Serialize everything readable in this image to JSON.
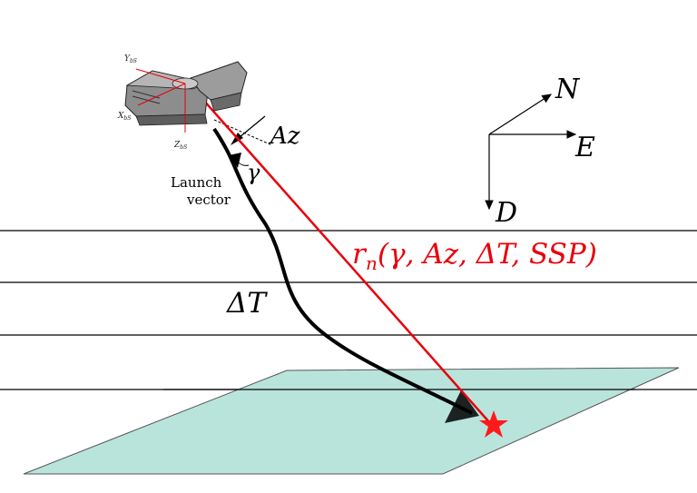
{
  "labels": {
    "axis_n": "N",
    "axis_e": "E",
    "axis_d": "D",
    "azimuth": "Az",
    "gamma": "γ",
    "launch_line1": "Launch",
    "launch_line2": "vector",
    "delta_t": "ΔT",
    "range_vector": "r",
    "range_vector_sub": "n",
    "range_vector_args": "(γ, Az, ΔT, SSP)",
    "body_y": "Y",
    "body_x": "X",
    "body_z": "Z",
    "body_sub": "bS"
  },
  "colors": {
    "range_vector": "#e8000b",
    "trajectory": "#000000",
    "seafloor_fill": "#b9e4dc",
    "seafloor_stroke": "#555555",
    "layer_lines": "#000000",
    "target_star": "#ff1a1a",
    "device_body": "#8a8a8a"
  },
  "icons": {
    "device": "sonar-launcher-device-icon",
    "target": "star-icon"
  }
}
